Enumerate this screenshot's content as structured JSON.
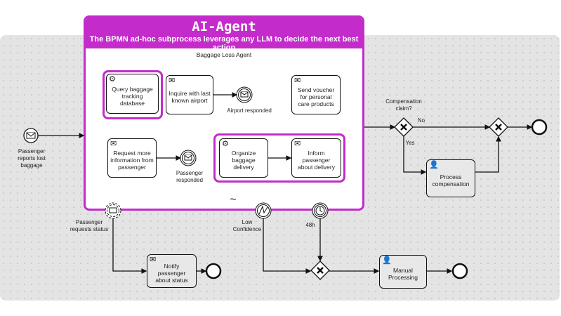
{
  "agent": {
    "title": "AI-Agent",
    "subtitle": "The BPMN ad-hoc subprocess leverages any LLM to decide the next best action",
    "name": "Baggage Loss Agent"
  },
  "tasks": {
    "query": "Query baggage tracking database",
    "inquire": "Inquire with last known airport",
    "voucher": "Send voucher for personal care products",
    "request": "Request more information from passenger",
    "organize": "Organize baggage delivery",
    "inform": "Inform passenger about delivery",
    "compensation": "Process compensation",
    "notify": "Notify passenger about status",
    "manual": "Manual Processing"
  },
  "events": {
    "start": "Passenger reports lost baggage",
    "airport": "Airport responded",
    "passenger": "Passenger responded",
    "status": "Passenger requests status",
    "low_conf": "Low Confidence",
    "timer": "48h",
    "adhoc_marker": "~"
  },
  "gateways": {
    "compensation": "Compensation claim?",
    "no": "No",
    "yes": "Yes"
  },
  "colors": {
    "accent": "#c42bcb"
  }
}
